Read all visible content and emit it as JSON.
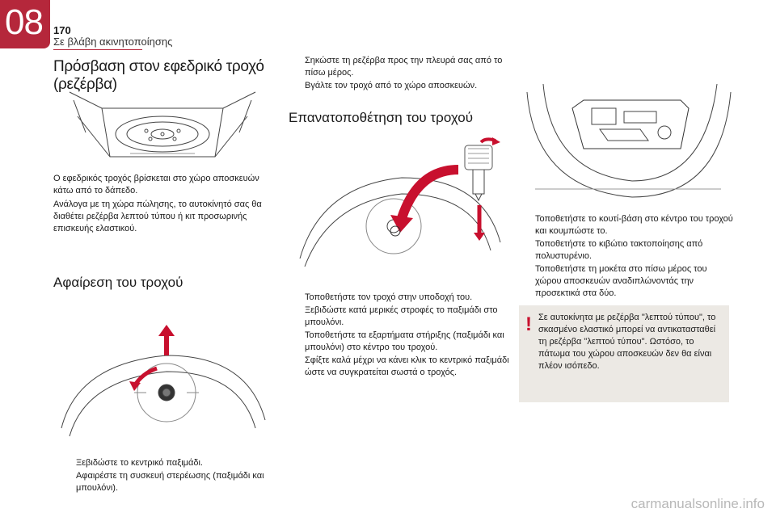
{
  "header": {
    "chapter_number": "08",
    "page_number": "170",
    "chapter_title": "Σε βλάβη ακινητοποίησης"
  },
  "section_access": {
    "title": "Πρόσβαση στον εφεδρικό τροχό (ρεζέρβα)",
    "paragraph_1": "Ο εφεδρικός τροχός βρίσκεται στο χώρο αποσκευών κάτω από το δάπεδο.",
    "paragraph_2": "Ανάλογα με τη χώρα πώλησης, το αυτοκίνητό σας θα διαθέτει ρεζέρβα λεπτού τύπου ή κιτ προσωρινής επισκευής ελαστικού."
  },
  "section_removal": {
    "title": "Αφαίρεση του τροχού",
    "steps": [
      "Ξεβιδώστε το κεντρικό παξιμάδι.",
      "Αφαιρέστε τη συσκευή στερέωσης (παξιμάδι και μπουλόνι)."
    ]
  },
  "section_removal_cont": {
    "steps": [
      "Σηκώστε τη ρεζέρβα προς την πλευρά σας από το πίσω μέρος.",
      "Βγάλτε τον τροχό από το χώρο αποσκευών."
    ]
  },
  "section_refit": {
    "title": "Επανατοποθέτηση του τροχού",
    "steps": [
      "Τοποθετήστε τον τροχό στην υποδοχή του.",
      "Ξεβιδώστε κατά μερικές στροφές το παξιμάδι στο μπουλόνι.",
      "Τοποθετήστε τα εξαρτήματα στήριξης (παξιμάδι και μπουλόνι) στο κέντρο του τροχού.",
      "Σφίξτε καλά μέχρι να κάνει κλικ το κεντρικό παξιμάδι ώστε να συγκρατείται σωστά ο τροχός."
    ]
  },
  "section_tools": {
    "steps": [
      "Τοποθετήστε το κουτί-βάση στο κέντρο του τροχού και κουμπώστε το.",
      "Τοποθετήστε το κιβώτιο τακτοποίησης από πολυστυρένιο.",
      "Τοποθετήστε τη μοκέτα στο πίσω μέρος του χώρου αποσκευών αναδιπλώνοντάς την προσεκτικά στα δύο."
    ]
  },
  "note": {
    "icon": "!",
    "text": "Σε αυτοκίνητα με ρεζέρβα \"λεπτού τύπου\", το σκασμένο ελαστικό μπορεί να αντικατασταθεί τη ρεζέρβα \"λεπτού τύπου\". Ωστόσο, το πάτωμα του χώρου αποσκευών δεν θα είναι πλέον ισόπεδο."
  },
  "bullet_glyph": "",
  "watermark": "carmanualsonline.info",
  "colors": {
    "accent": "#b5273b",
    "arrow": "#c8102e",
    "note_bg": "#ece9e4"
  }
}
